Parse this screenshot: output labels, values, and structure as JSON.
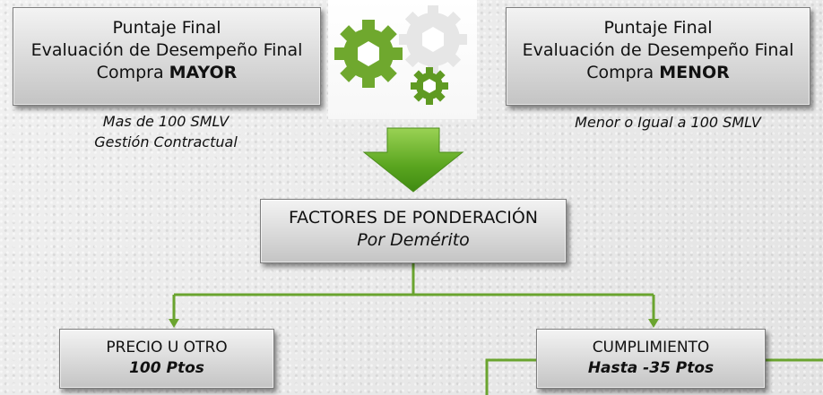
{
  "top_left": {
    "line1": "Puntaje Final",
    "line2": "Evaluación de Desempeño Final",
    "line3_prefix": "Compra ",
    "line3_strong": "MAYOR"
  },
  "top_right": {
    "line1": "Puntaje Final",
    "line2": "Evaluación de Desempeño Final",
    "line3_prefix": "Compra ",
    "line3_strong": "MENOR"
  },
  "note_left": {
    "line1": "Mas de 100 SMLV",
    "line2": "Gestión Contractual"
  },
  "note_right": {
    "line1": "Menor o Igual a 100 SMLV"
  },
  "factores": {
    "title": "FACTORES DE PONDERACIÓN",
    "subtitle": "Por Demérito"
  },
  "precio": {
    "title": "PRECIO U OTRO",
    "value": "100 Ptos"
  },
  "cumplimiento": {
    "title": "CUMPLIMIENTO",
    "value": "Hasta -35 Ptos"
  },
  "colors": {
    "connector": "#6aa42f",
    "arrow": "#68b428",
    "gear": "#6fa82e",
    "gear_light": "#e5e5e5"
  }
}
